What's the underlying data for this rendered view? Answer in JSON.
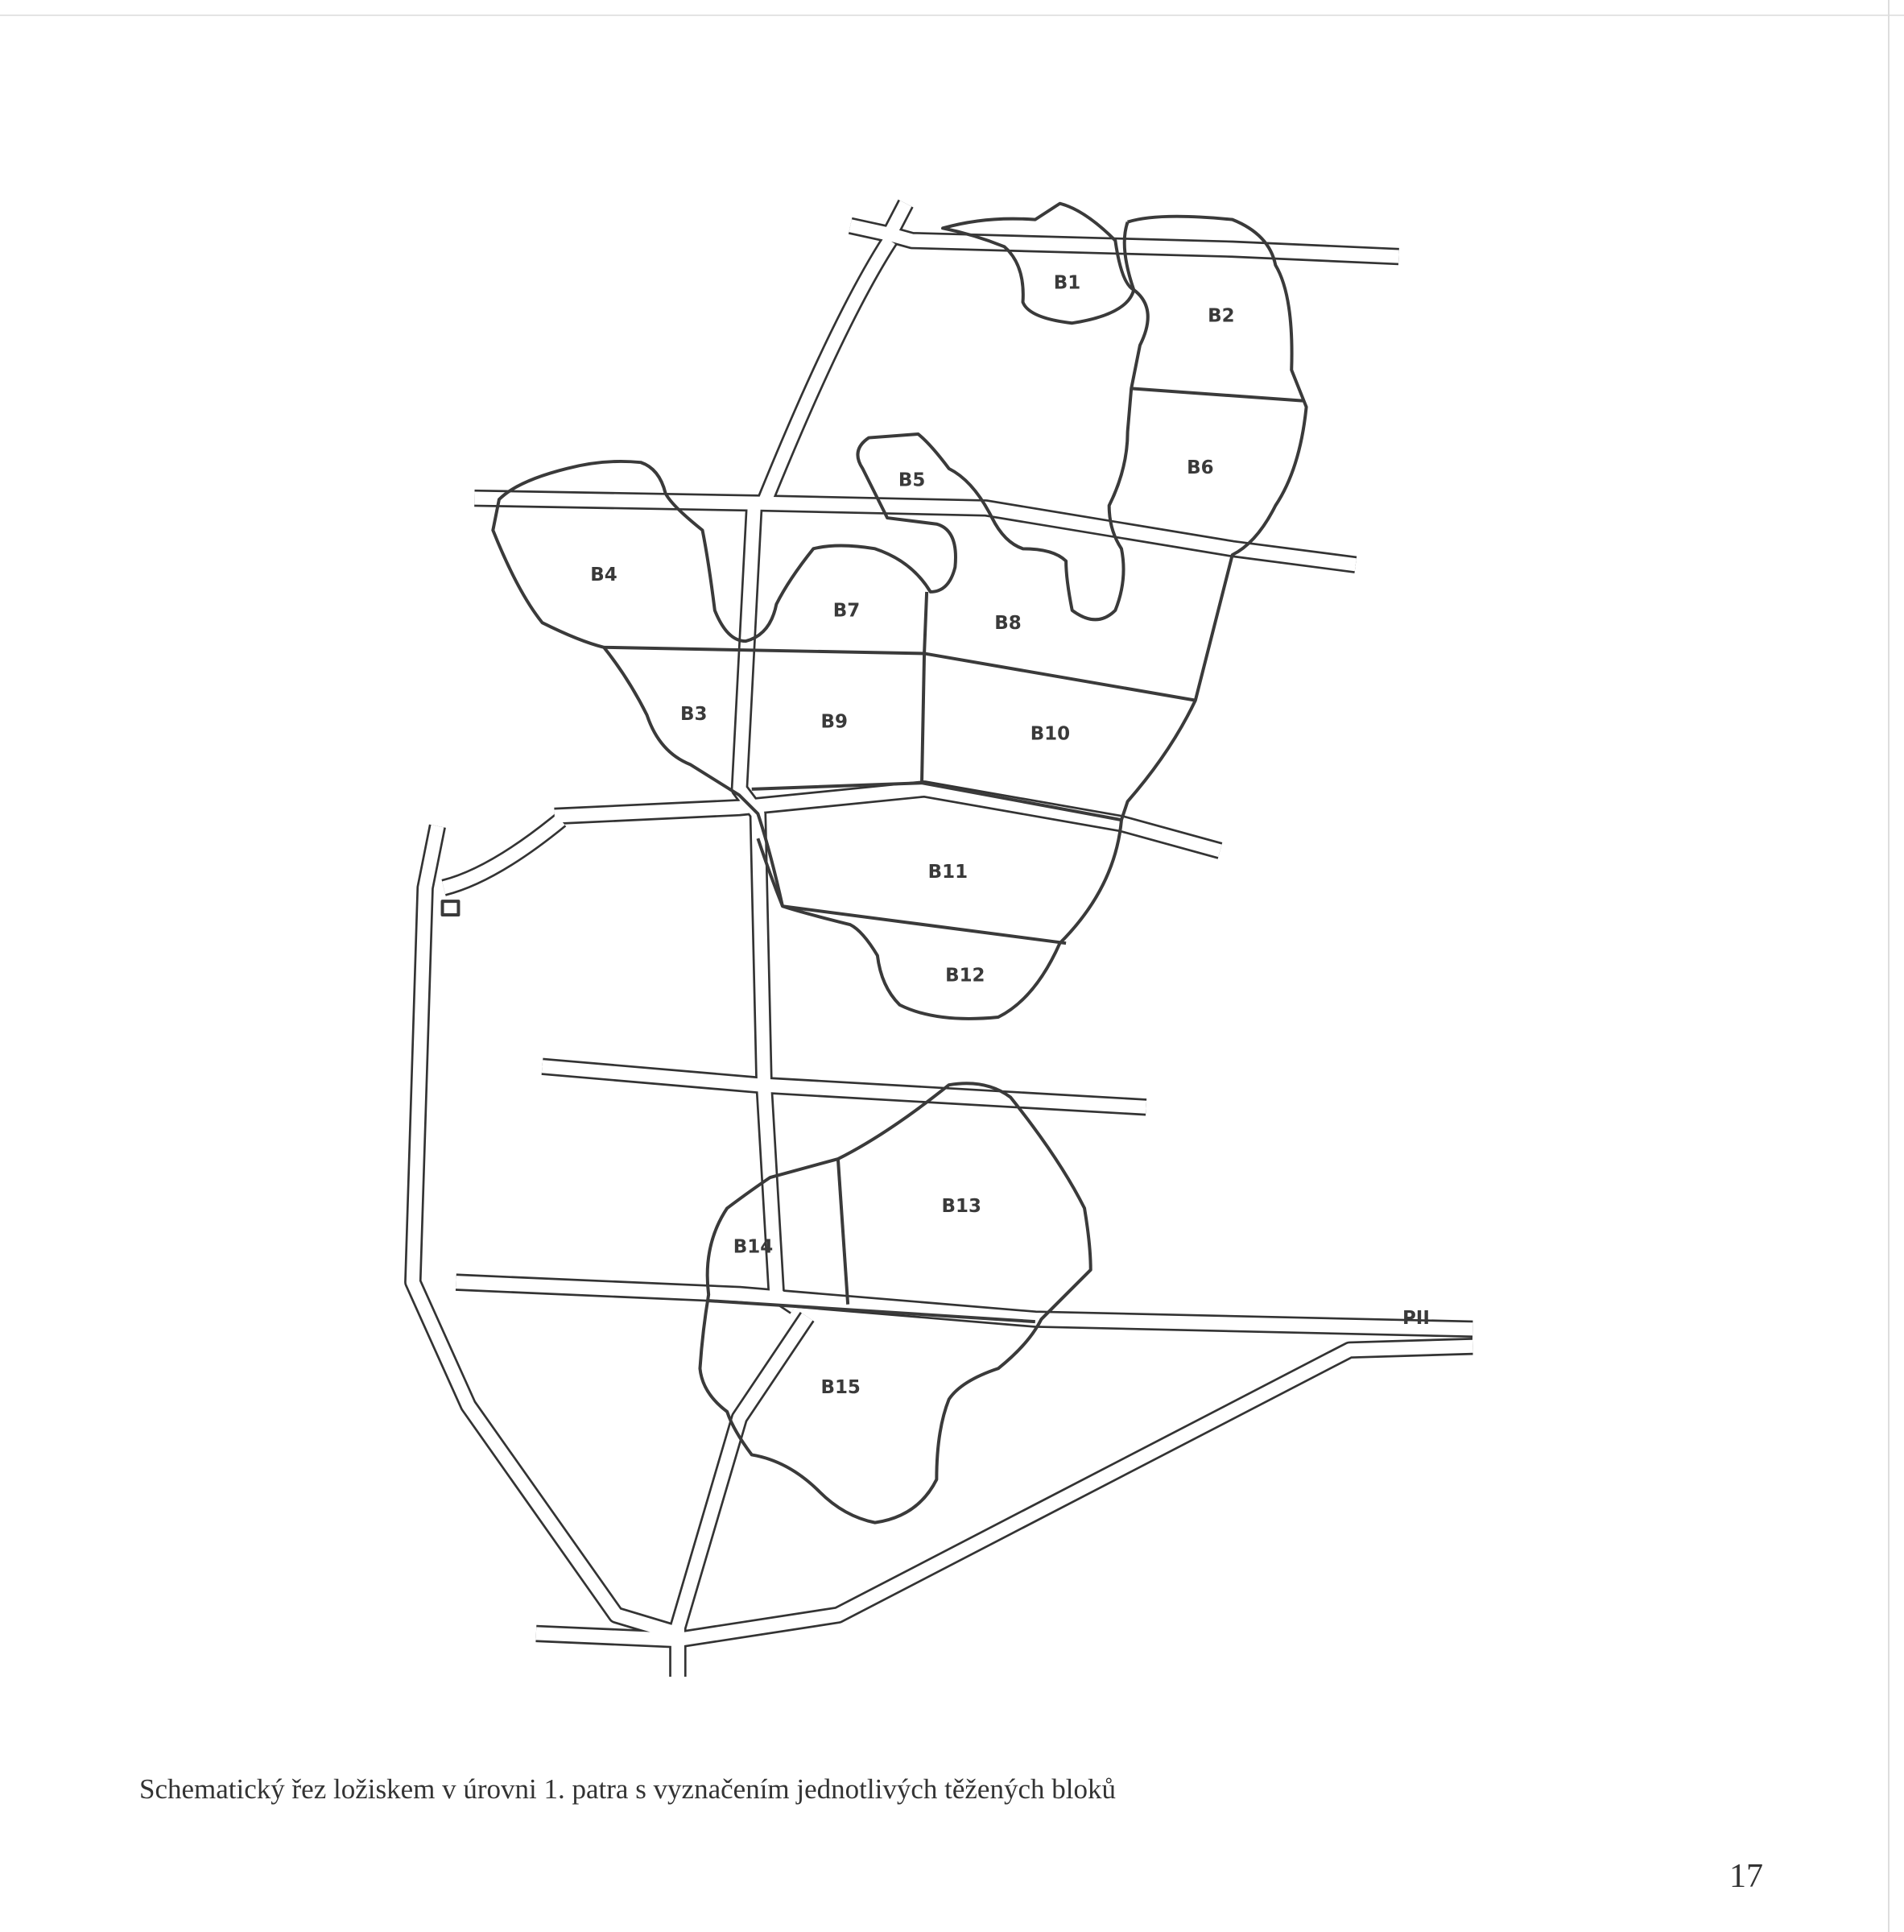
{
  "figure": {
    "blocks": [
      {
        "id": "B1",
        "label": "B1"
      },
      {
        "id": "B2",
        "label": "B2"
      },
      {
        "id": "B3",
        "label": "B3"
      },
      {
        "id": "B4",
        "label": "B4"
      },
      {
        "id": "B5",
        "label": "B5"
      },
      {
        "id": "B6",
        "label": "B6"
      },
      {
        "id": "B7",
        "label": "B7"
      },
      {
        "id": "B8",
        "label": "B8"
      },
      {
        "id": "B9",
        "label": "B9"
      },
      {
        "id": "B10",
        "label": "B10"
      },
      {
        "id": "B11",
        "label": "B11"
      },
      {
        "id": "B12",
        "label": "B12"
      },
      {
        "id": "B13",
        "label": "B13"
      },
      {
        "id": "B14",
        "label": "B14"
      },
      {
        "id": "B15",
        "label": "B15"
      }
    ],
    "shaft_label": "PII"
  },
  "caption": "Schematický řez ložiskem v úrovni 1. patra s vyznačením jednotlivých těžených bloků",
  "page_number": "17"
}
